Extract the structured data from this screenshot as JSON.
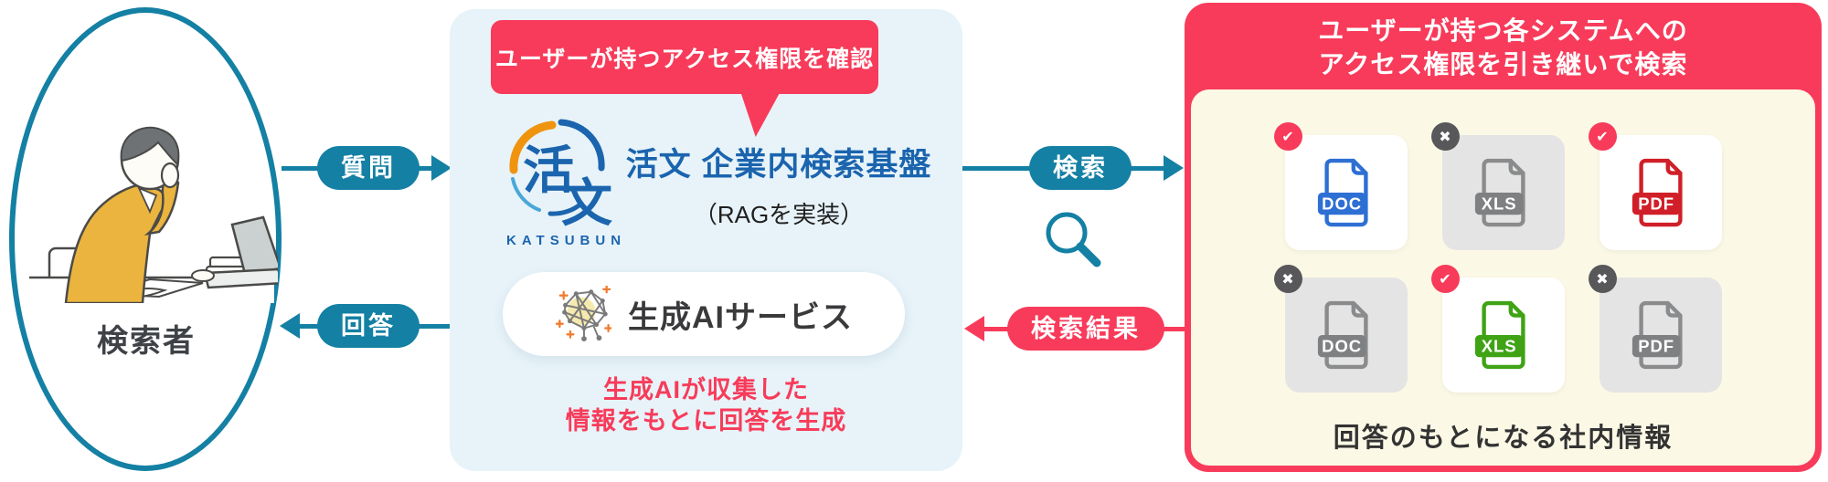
{
  "colors": {
    "teal": "#1480A4",
    "red_pink": "#F83B5A",
    "platform_bg": "#E7F3F9",
    "sources_body_bg": "#FBF8E6",
    "logo_blue": "#1B64AE",
    "doc_blue": "#2E6FD4",
    "xls_green": "#3FA315",
    "pdf_red": "#D01F28",
    "gray_tile": "#E4E4E4",
    "badge_gray": "#58585B",
    "shirt_yellow": "#EAB43E"
  },
  "actor": {
    "label": "検索者"
  },
  "arrows": {
    "question": "質問",
    "answer": "回答",
    "search": "検索",
    "search_result": "検索結果"
  },
  "platform": {
    "callout": "ユーザーが持つアクセス権限を確認",
    "logo_char_1": "活",
    "logo_char_2": "文",
    "logo_name": "KATSUBUN",
    "title": "活文 企業内検索基盤",
    "subtitle": "（RAGを実装）",
    "ai_service_label": "生成AIサービス",
    "note_line1": "生成AIが収集した",
    "note_line2": "情報をもとに回答を生成"
  },
  "sources": {
    "header_line1": "ユーザーが持つ各システムへの",
    "header_line2": "アクセス権限を引き継いで検索",
    "caption": "回答のもとになる社内情報",
    "badge_check": "✔",
    "badge_cross": "✖",
    "files": [
      {
        "type": "DOC",
        "access": "allowed"
      },
      {
        "type": "XLS",
        "access": "denied"
      },
      {
        "type": "PDF",
        "access": "allowed"
      },
      {
        "type": "DOC",
        "access": "denied"
      },
      {
        "type": "XLS",
        "access": "allowed"
      },
      {
        "type": "PDF",
        "access": "denied"
      }
    ]
  }
}
